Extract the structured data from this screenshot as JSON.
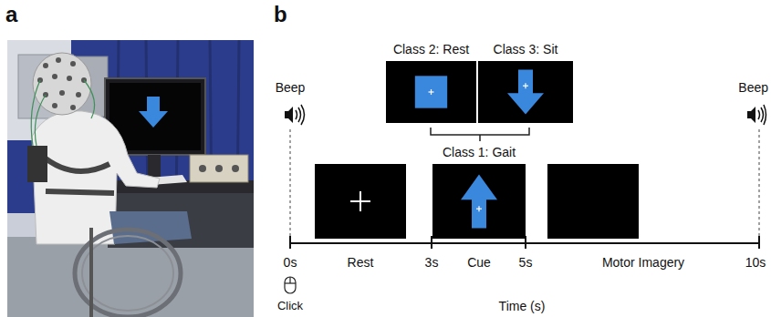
{
  "diagram": {
    "nodes": [
      {
        "text": [
          "Class 2: Rest"
        ]
      },
      {
        "text": [
          "Class 3: Sit"
        ]
      },
      {
        "text": [
          "Class 1: Gait"
        ]
      }
    ],
    "labels": [
      "a",
      "b",
      "Beep",
      "Beep",
      "Rest",
      "Cue",
      "Motor Imagery",
      "0s",
      "3s",
      "5s",
      "10s",
      "Click",
      "Time (s)"
    ]
  }
}
